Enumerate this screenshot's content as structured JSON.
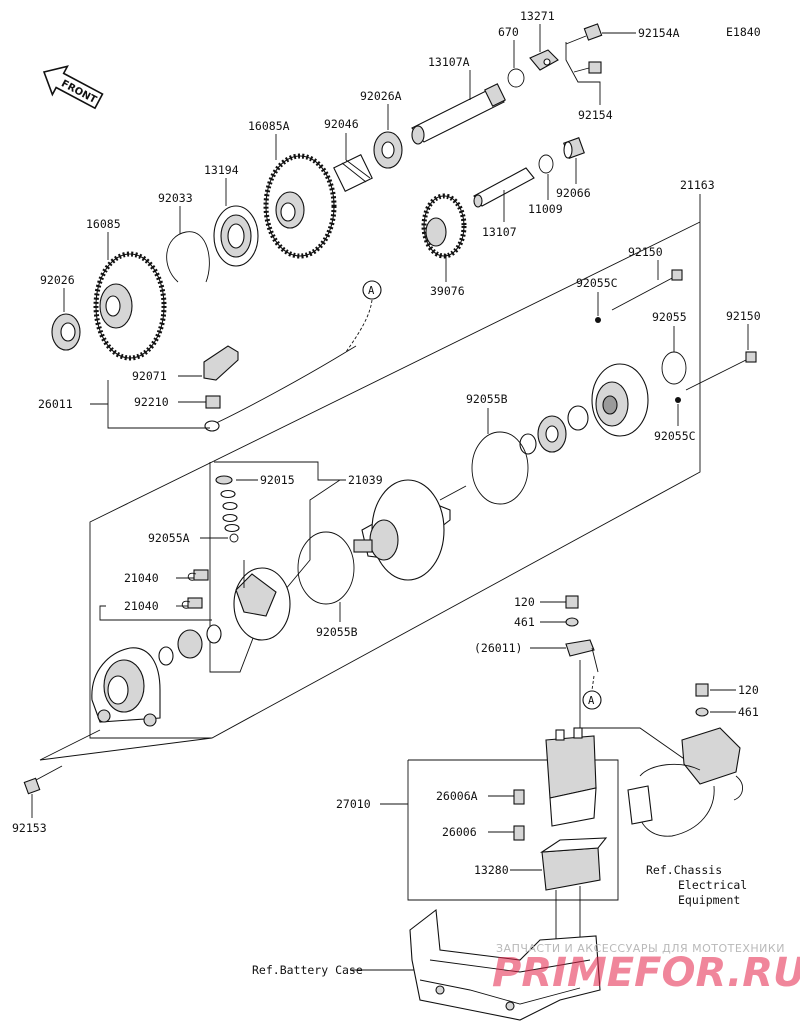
{
  "diagram_code": "E1840",
  "front_label": "FRONT",
  "callouts": {
    "p92154A": "92154A",
    "p13271": "13271",
    "p670": "670",
    "p13107A": "13107A",
    "p92154": "92154",
    "p92026A": "92026A",
    "p92046": "92046",
    "p16085A": "16085A",
    "p13194": "13194",
    "p92033": "92033",
    "p16085": "16085",
    "p92026": "92026",
    "p92066": "92066",
    "p11009": "11009",
    "p13107": "13107",
    "p39076": "39076",
    "p21163": "21163",
    "p92150_top": "92150",
    "p92055C_top": "92055C",
    "p92055": "92055",
    "p92150_right": "92150",
    "p92055C_bottom": "92055C",
    "p92055B_top": "92055B",
    "p92071": "92071",
    "p26011": "26011",
    "p92210": "92210",
    "p92015": "92015",
    "p21039": "21039",
    "p92055A": "92055A",
    "p21040_a": "21040",
    "p21040_b": "21040",
    "p92055B_bottom": "92055B",
    "p92153": "92153",
    "p120_a": "120",
    "p461_a": "461",
    "p26011_ref": "(26011)",
    "p120_b": "120",
    "p461_b": "461",
    "p27010": "27010",
    "p26006A": "26006A",
    "p26006": "26006",
    "p13280": "13280"
  },
  "reference_marker": "A",
  "ref_chassis": [
    "Ref.Chassis",
    "Electrical",
    "Equipment"
  ],
  "ref_battery": "Ref.Battery Case",
  "watermark": {
    "tagline": "ЗАПЧАСТИ И АКСЕССУАРЫ ДЛЯ МОТОТЕХНИКИ",
    "brand": "PRIMEFOR.RU"
  }
}
